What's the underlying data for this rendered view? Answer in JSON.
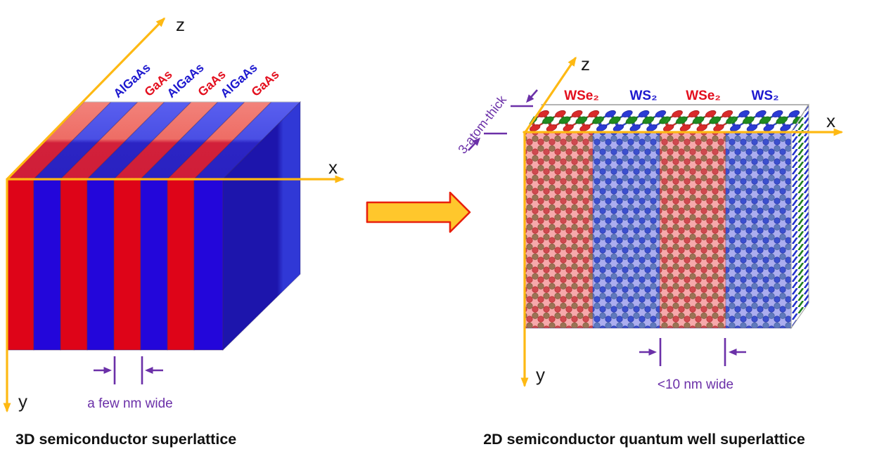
{
  "left": {
    "title": "3D semiconductor superlattice",
    "axis_x": "x",
    "axis_y": "y",
    "axis_z": "z",
    "measurement_label": "a few nm wide",
    "layer_labels": [
      {
        "text": "AlGaAs",
        "color": "#1d18cf"
      },
      {
        "text": "GaAs",
        "color": "#e30f1e"
      },
      {
        "text": "AlGaAs",
        "color": "#1d18cf"
      },
      {
        "text": "GaAs",
        "color": "#e30f1e"
      },
      {
        "text": "AlGaAs",
        "color": "#1d18cf"
      },
      {
        "text": "GaAs",
        "color": "#e30f1e"
      }
    ],
    "colors": {
      "gaas_layer": "#de0418",
      "algaas_layer": "#2306da",
      "side_face": "#1d15ac"
    }
  },
  "transform_arrow": {
    "icon": "right-block-arrow-icon",
    "fill": "#ffc72c",
    "outline": "#e8200c"
  },
  "right": {
    "title": "2D semiconductor quantum well superlattice",
    "axis_x": "x",
    "axis_y": "y",
    "axis_z": "z",
    "thickness_label": "3-atom-thick",
    "measurement_label": "<10 nm wide",
    "layer_labels": [
      {
        "text": "WSe₂",
        "color": "#e30f1e"
      },
      {
        "text": "WS₂",
        "color": "#1d18cf"
      },
      {
        "text": "WSe₂",
        "color": "#e30f1e"
      },
      {
        "text": "WS₂",
        "color": "#1d18cf"
      }
    ],
    "colors": {
      "wse2_band": "#f6a9ab",
      "ws2_band": "#abadef",
      "metal_atom_green": "#1f8a1f",
      "se_atom_red": "#d92b2b",
      "s_atom_blue": "#2b3bd4"
    }
  },
  "accents": {
    "axis_yellow": "#feb913",
    "annotation_purple": "#6b30a8",
    "text_black": "#111111"
  }
}
